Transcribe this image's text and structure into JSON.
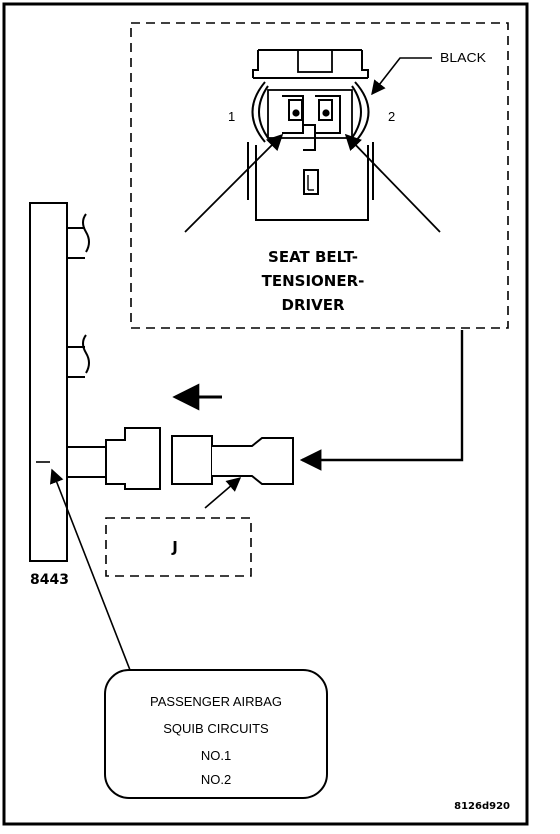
{
  "labels": {
    "black": "BLACK",
    "pin1": "1",
    "pin2": "2",
    "seat_belt_line1": "SEAT BELT-",
    "seat_belt_line2": "TENSIONER-",
    "seat_belt_line3": "DRIVER",
    "connector_j": "J",
    "module_id": "8443",
    "airbag_line1": "PASSENGER AIRBAG",
    "airbag_line2": "SQUIB CIRCUITS",
    "airbag_line3": "NO.1",
    "airbag_line4": "NO.2",
    "figure_id": "8126d920"
  }
}
